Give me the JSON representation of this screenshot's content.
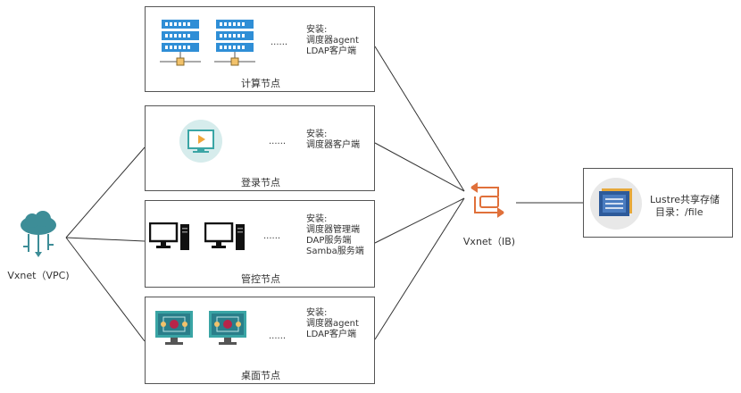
{
  "nodes": {
    "compute": {
      "title": "计算节点",
      "install_label": "安装:",
      "install_items": [
        "调度器agent",
        "LDAP客户端"
      ],
      "ellipsis": "......"
    },
    "login": {
      "title": "登录节点",
      "install_label": "安装:",
      "install_items": [
        "调度器客户端"
      ],
      "ellipsis": "......"
    },
    "control": {
      "title": "管控节点",
      "install_label": "安装:",
      "install_items": [
        "调度器管理端",
        "DAP服务端",
        "Samba服务端"
      ],
      "ellipsis": "......"
    },
    "desktop": {
      "title": "桌面节点",
      "install_label": "安装:",
      "install_items": [
        "调度器agent",
        "LDAP客户端"
      ],
      "ellipsis": "......"
    }
  },
  "vpc": {
    "label": "Vxnet（VPC)"
  },
  "ib": {
    "label": "Vxnet（IB)"
  },
  "storage": {
    "line1": "Lustre共享存储",
    "line2": "目录：/file"
  },
  "colors": {
    "server_blue": "#2f8ed6",
    "server_dark": "#1c5d91",
    "cloud_teal": "#3d8d97",
    "ib_orange": "#e0703a",
    "monitor_teal": "#3aa5a5",
    "storage_blue": "#2d5a9a",
    "storage_bg": "#e8e8e8"
  }
}
